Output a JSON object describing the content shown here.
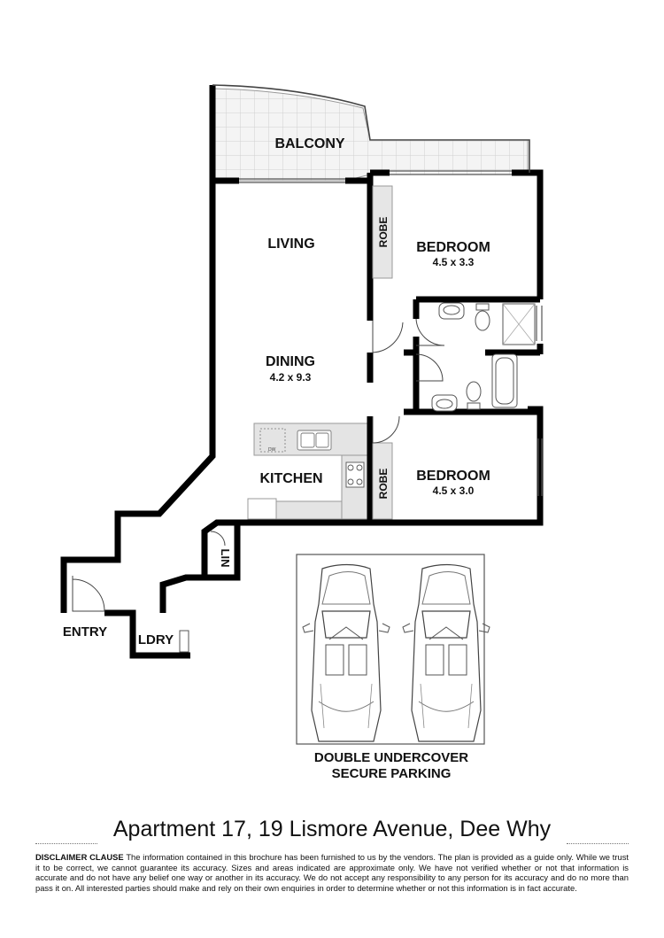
{
  "rooms": {
    "balcony": "BALCONY",
    "living": "LIVING",
    "dining": "DINING",
    "dining_size": "4.2 x 9.3",
    "kitchen": "KITCHEN",
    "bedroom1": "BEDROOM",
    "bedroom1_size": "4.5 x 3.3",
    "bedroom2": "BEDROOM",
    "bedroom2_size": "4.5 x 3.0",
    "robe1": "ROBE",
    "robe2": "ROBE",
    "linen": "LIN",
    "entry": "ENTRY",
    "laundry": "LDRY",
    "dishwasher": "DW"
  },
  "parking": {
    "line1": "DOUBLE UNDERCOVER",
    "line2": "SECURE PARKING"
  },
  "address": "Apartment 17, 19 Lismore Avenue, Dee Why",
  "disclaimer": {
    "heading": "DISCLAIMER CLAUSE",
    "text": "The information contained in this brochure has been furnished to us by the vendors. The plan is provided as a guide only. While we trust it to be correct, we cannot guarantee its accuracy. Sizes and areas indicated are approximate only. We have not verified whether or not that information is accurate and do not have any belief one way or another in its accuracy. We do not accept any responsibility to any person for its accuracy and do no more than pass it on. All interested parties should make and rely on their own enquiries in order to determine whether or not this information is in fact accurate."
  }
}
